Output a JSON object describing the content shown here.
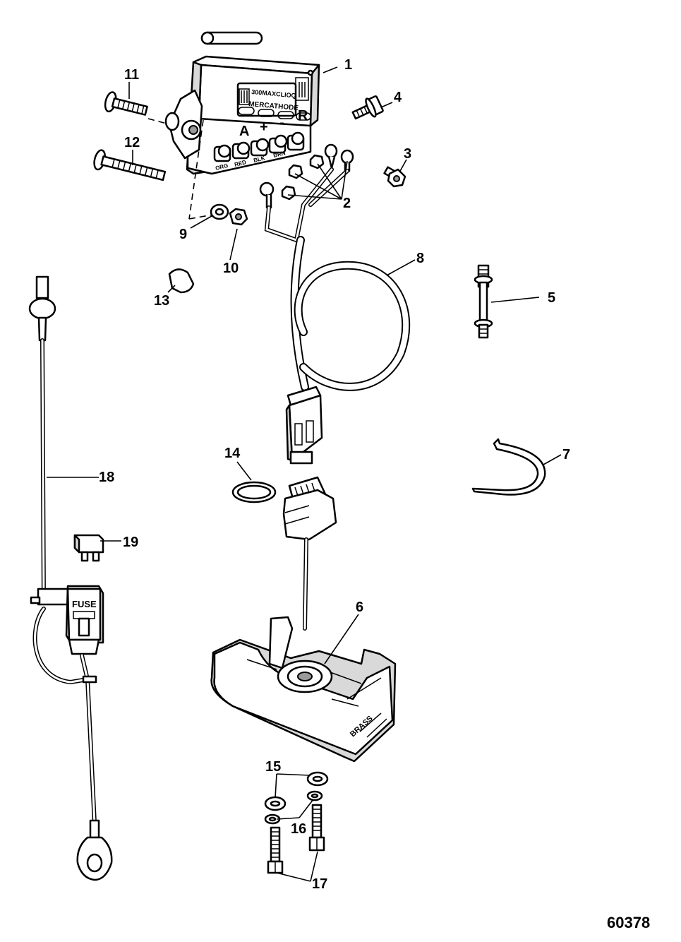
{
  "figure_number": "60378",
  "module_labels": {
    "brand_top": "300MAXCLIOQ",
    "brand_bottom": "MERCATHODE",
    "terminal_left": "A",
    "terminal_plus": "+",
    "terminal_minus": "-",
    "terminal_right": "R",
    "port_1": "ORG",
    "port_2": "RED",
    "port_3": "BLK",
    "port_4": "BRN"
  },
  "fuse_holder_label": "FUSE",
  "anode_label": "BRASS",
  "parts": [
    {
      "number": "1"
    },
    {
      "number": "2"
    },
    {
      "number": "3"
    },
    {
      "number": "4"
    },
    {
      "number": "5"
    },
    {
      "number": "6"
    },
    {
      "number": "7"
    },
    {
      "number": "8"
    },
    {
      "number": "9"
    },
    {
      "number": "10"
    },
    {
      "number": "11"
    },
    {
      "number": "12"
    },
    {
      "number": "13"
    },
    {
      "number": "14"
    },
    {
      "number": "15"
    },
    {
      "number": "16"
    },
    {
      "number": "17"
    },
    {
      "number": "18"
    },
    {
      "number": "19"
    }
  ]
}
